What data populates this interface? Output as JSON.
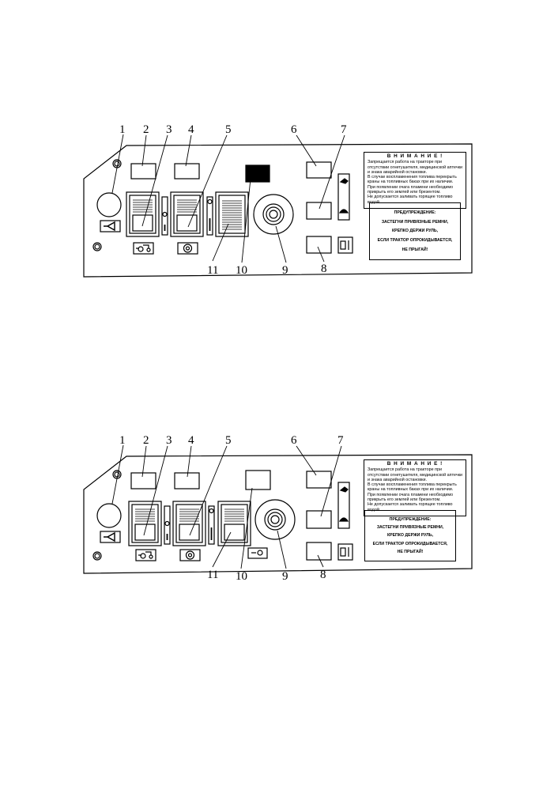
{
  "labels": [
    "1",
    "2",
    "3",
    "4",
    "5",
    "6",
    "7",
    "8",
    "9",
    "10",
    "11"
  ],
  "warning_main": {
    "title": "В Н И М А Н И Е !",
    "lines": [
      "Запрещается работа на тракторе при",
      "отсутствии огнетушителя, медицинской аптечки",
      "и знака аварийной остановки.",
      "В случае воспламенения топлива перекрыть",
      "краны на топливных баках при их наличии.",
      "При появлении очага пламени необходимо",
      "прикрыть его землей или брезентом.",
      "Не допускается заливать горящее топливо",
      "водой."
    ]
  },
  "warning_belt": {
    "title": "ПРЕДУПРЕЖДЕНИЕ:",
    "lines": [
      "ЗАСТЕГНИ ПРИВЯЗНЫЕ РЕМНИ,",
      "КРЕПКО ДЕРЖИ РУЛЬ,",
      "ЕСЛИ ТРАКТОР ОПРОКИДЫВАЕТСЯ,",
      "НЕ ПРЫГАЙ!"
    ]
  },
  "icons": [
    "horn-icon",
    "tractor-icon",
    "pto-icon",
    "rabbit-icon",
    "turtle-icon",
    "fuel-pump-icon",
    "trailer-icon"
  ]
}
